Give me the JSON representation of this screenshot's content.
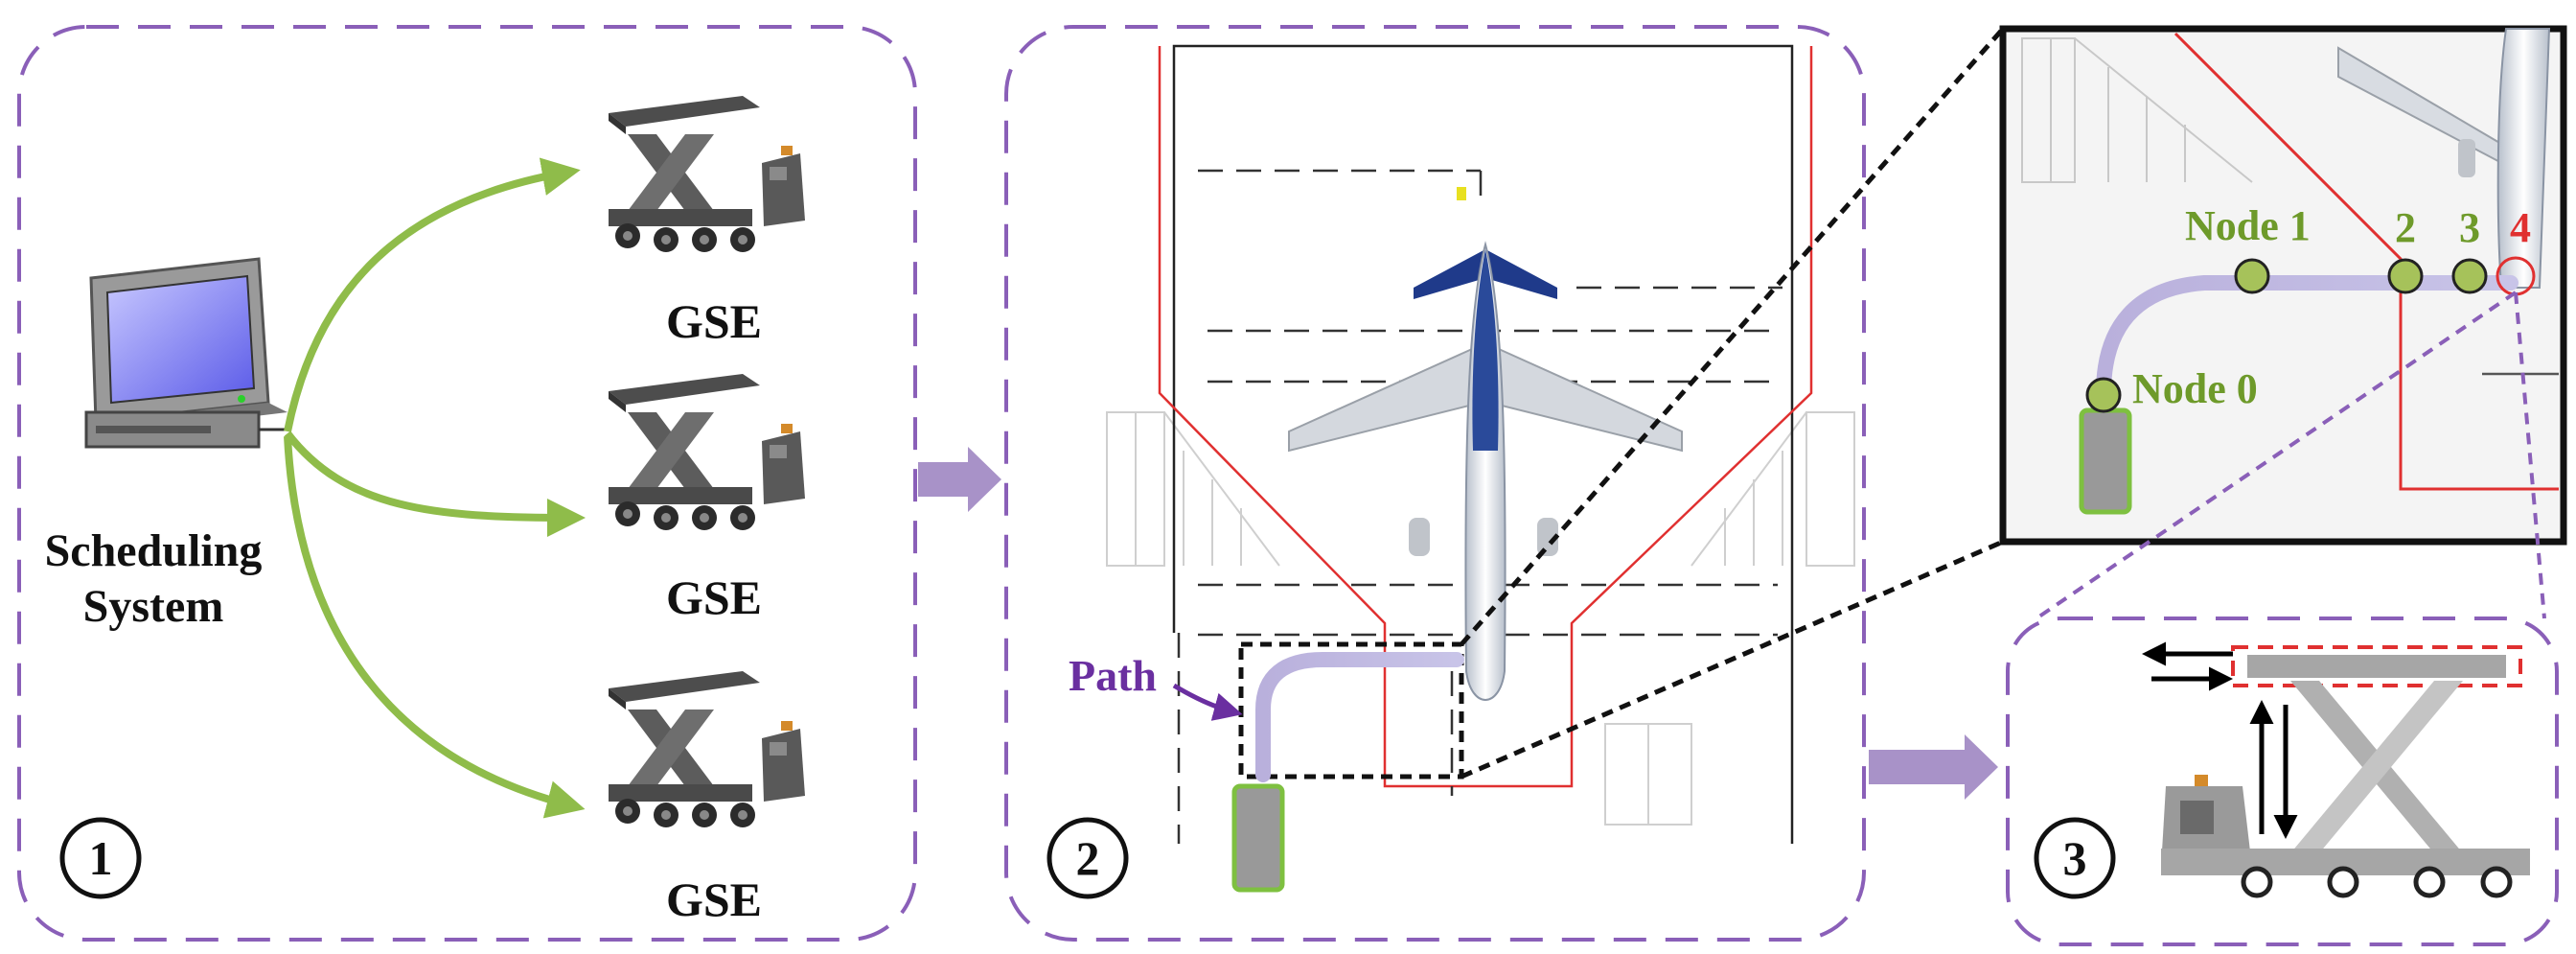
{
  "panel1": {
    "number": "①",
    "system_label_line1": "Scheduling",
    "system_label_line2": "System",
    "gse_labels": [
      "GSE",
      "GSE",
      "GSE"
    ]
  },
  "panel2": {
    "number": "②",
    "path_label": "Path"
  },
  "inset": {
    "nodes": [
      "Node 0",
      "Node 1",
      "2",
      "3",
      "4"
    ]
  },
  "panel3": {
    "number": "③"
  },
  "colors": {
    "panel_border": "#8a5fb8",
    "green_arrow": "#8fbc4a",
    "node_fill": "#a6c25a",
    "node_label": "#6e9a2a",
    "red": "#e03030",
    "path_purple": "#6a2fa0",
    "flow_arrow": "#a892c8"
  }
}
